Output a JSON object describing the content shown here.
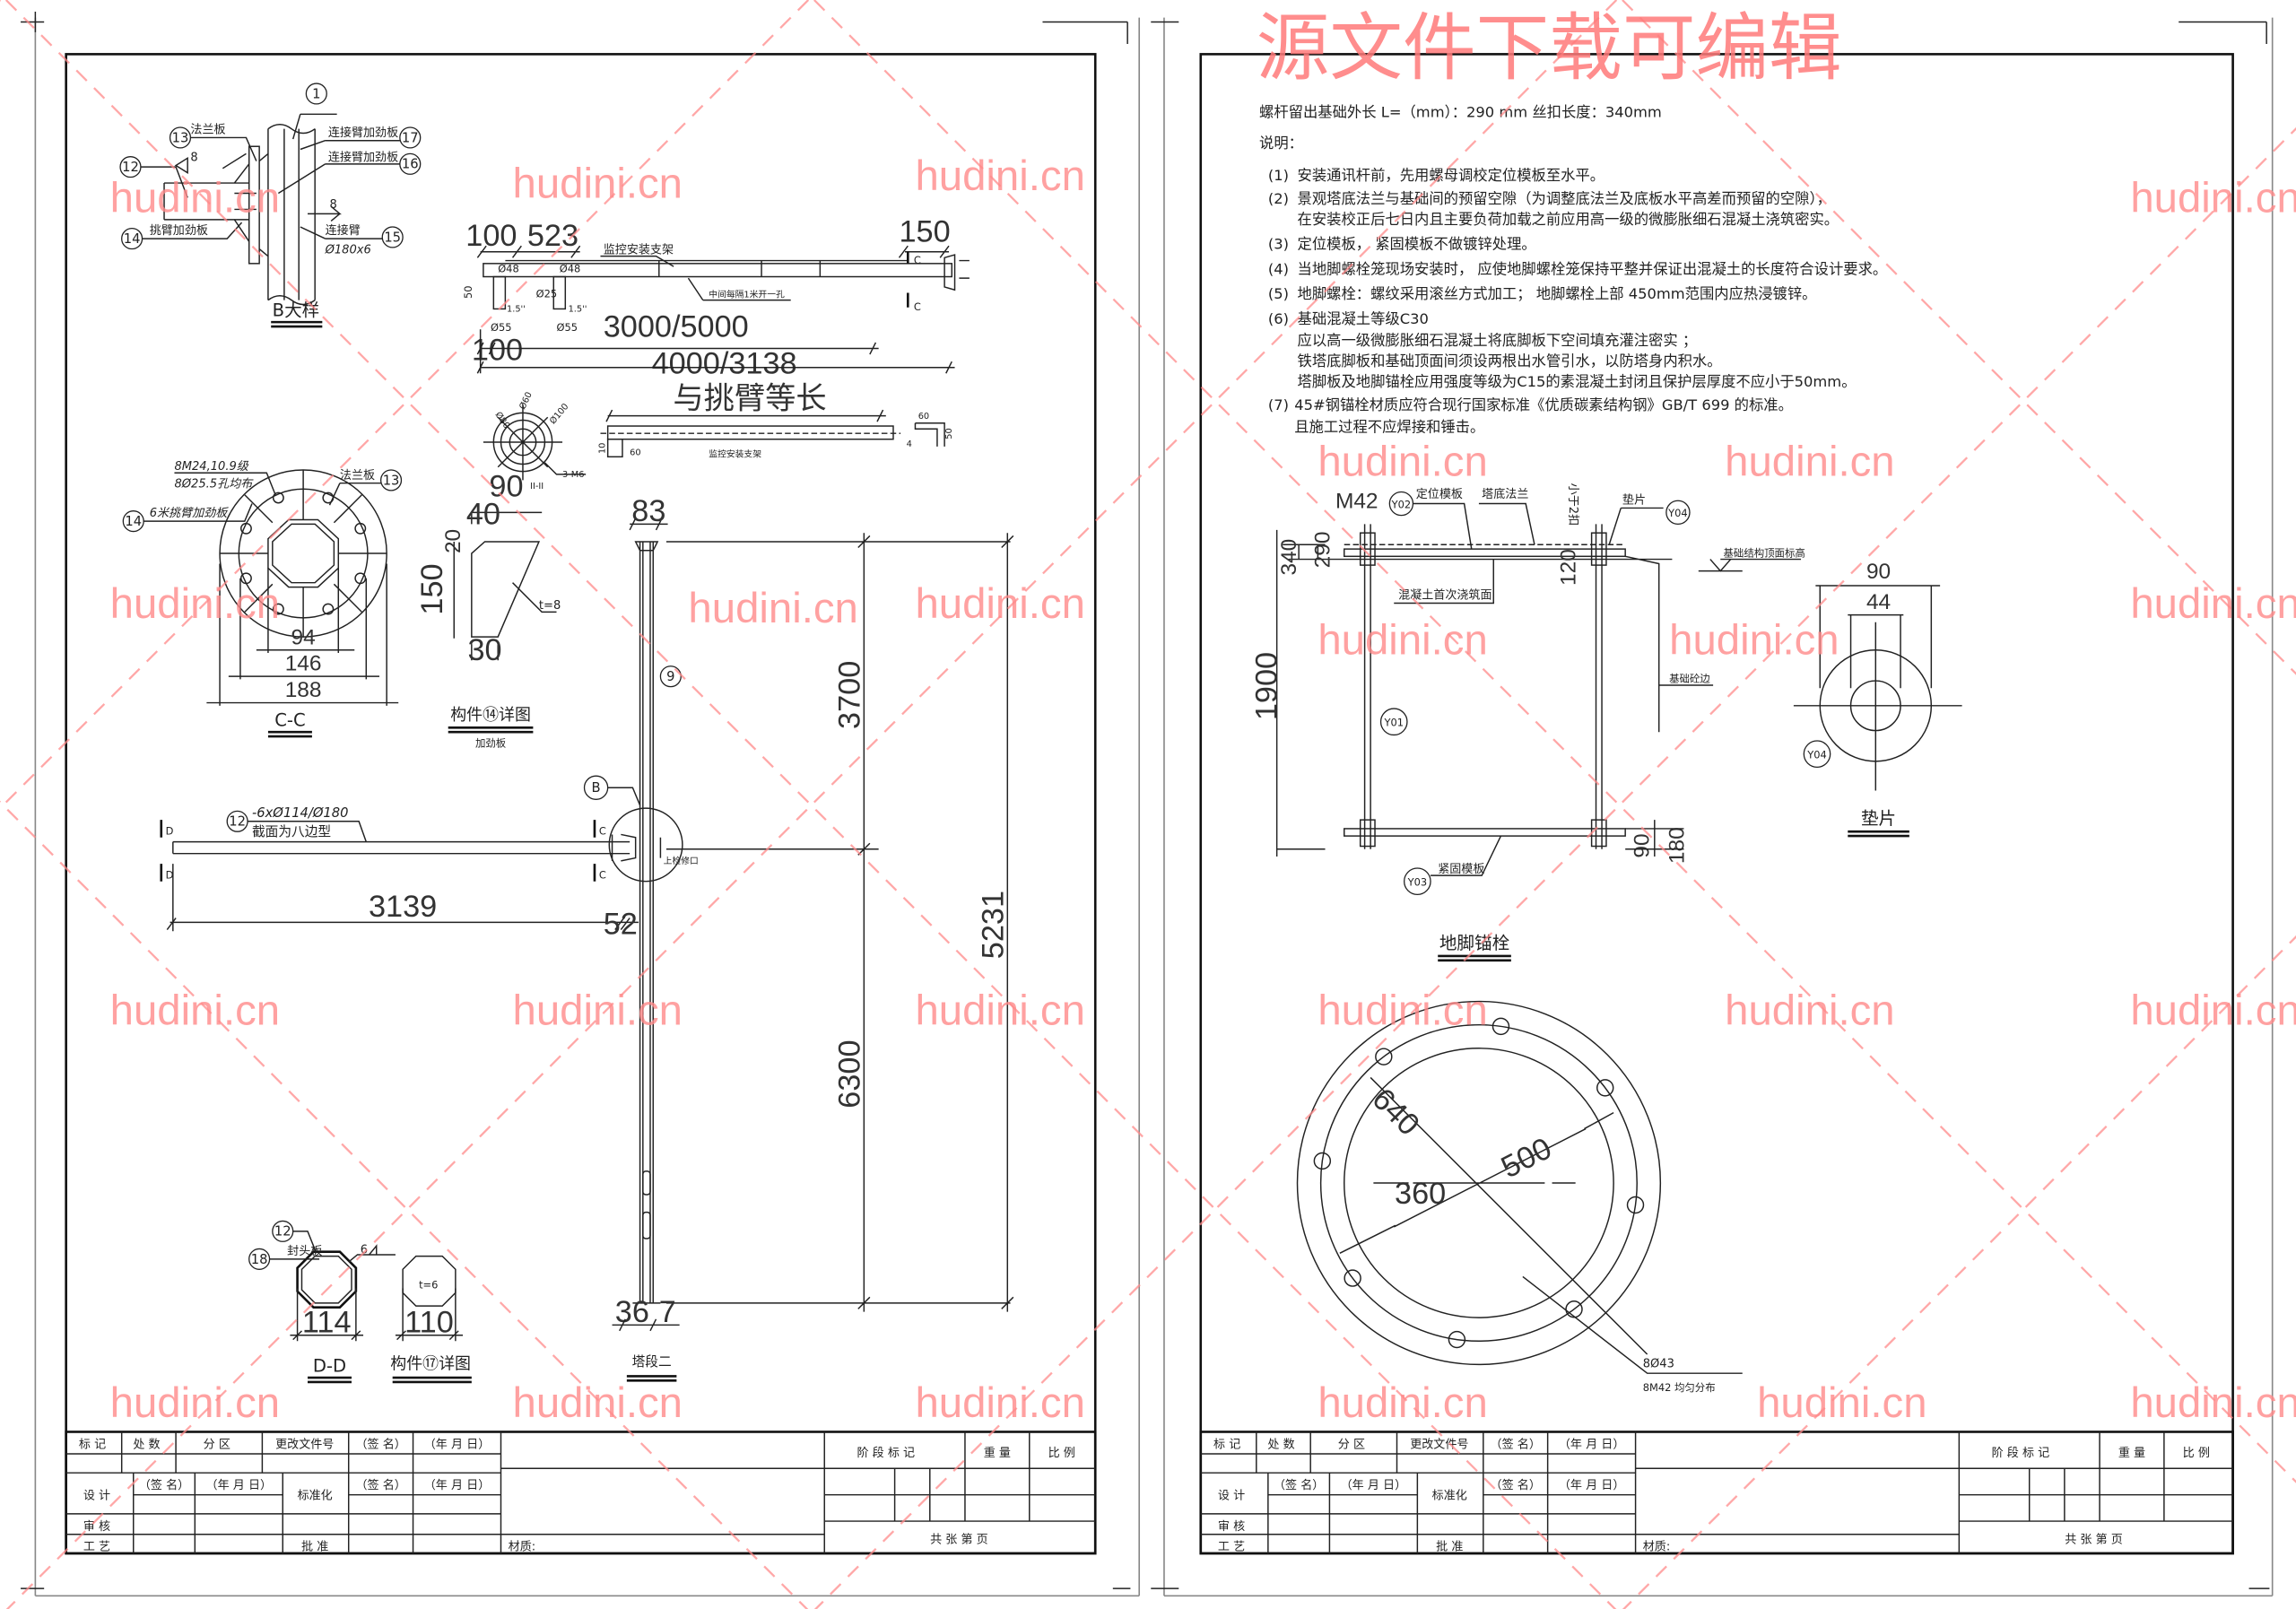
{
  "watermark": {
    "banner": "源文件下载可编辑",
    "site": "hudini.cn",
    "color": "#ff8a8a"
  },
  "left_sheet": {
    "b_detail": {
      "title": "B大样",
      "callouts": {
        "c1": "1",
        "c17": "17",
        "c16": "16",
        "c15": "15",
        "c13": "13",
        "c12": "12",
        "c14": "14"
      },
      "flange": "法兰板",
      "stiffener_a": "连接臂加劲板",
      "stiffener_b": "连接臂加劲板",
      "connector": "连接臂",
      "connector_spec": "Ø180x6",
      "arm_stiffener": "挑臂加劲板",
      "weld_a": "8",
      "weld_b": "8"
    },
    "bracket": {
      "dim_100": "100",
      "dim_523": "523",
      "dim_150": "150",
      "label": "监控安装支架",
      "d48a": "Ø48",
      "d48b": "Ø48",
      "d25": "Ø25",
      "nut_a": "1.5''",
      "nut_b": "1.5''",
      "d55a": "Ø55",
      "d55b": "Ø55",
      "dim_50": "50",
      "hole_note": "中间每隔1米开一孔",
      "dim_100b": "100",
      "len_a": "3000/5000",
      "len_b": "4000/3138",
      "len_c": "与挑臂等长",
      "section_c": "C"
    },
    "section_2": {
      "d80": "Ø80",
      "d60": "Ø60",
      "d100": "Ø100",
      "dim_90": "90",
      "title": "II-II",
      "screws": "3-M6"
    },
    "bracket_flat": {
      "dim_60": "60",
      "dim_10": "10",
      "label": "监控安装支架",
      "side_60": "60",
      "side_50": "50",
      "side_4": "4"
    },
    "section_cc": {
      "title": "C-C",
      "bolts": "8M24,10.9级",
      "holes": "8Ø25.5孔均布",
      "flange": "法兰板",
      "stiffener": "6米挑臂加劲板",
      "callout_13": "13",
      "callout_14": "14",
      "dim_94": "94",
      "dim_146": "146",
      "dim_188": "188"
    },
    "part14": {
      "title": "构件⑭详图",
      "subtitle": "加劲板",
      "dim_40": "40",
      "dim_20": "20",
      "dim_150": "150",
      "dim_30": "30",
      "thickness": "t=8"
    },
    "pole": {
      "dim_83": "83",
      "callout_9": "9",
      "callout_b": "B",
      "dim_3700": "3700",
      "dim_6300": "6300",
      "dim_5231": "5231",
      "dim_36": "36",
      "dim_7": "7",
      "title": "塔段二",
      "door": "上检修口"
    },
    "arm": {
      "callout_12": "12",
      "spec": "-6xØ114/Ø180",
      "section_note": "截面为八边型",
      "dim_3139": "3139",
      "dim_52": "52",
      "section_d": "D",
      "section_c": "C"
    },
    "section_dd": {
      "title": "D-D",
      "callout_12": "12",
      "callout_18": "18",
      "cap": "封头板",
      "weld": "6",
      "dim_114": "114"
    },
    "part17": {
      "title": "构件⑰详图",
      "thickness": "t=6",
      "dim_110": "110"
    }
  },
  "right_sheet": {
    "header": "螺杆留出基础外长  L=（mm）：290  mm      丝扣长度：340mm",
    "notes_title": "说明：",
    "notes": [
      {
        "num": "(1)",
        "lines": [
          "安装通讯杆前，先用螺母调校定位模板至水平。"
        ]
      },
      {
        "num": "(2)",
        "lines": [
          "景观塔底法兰与基础间的预留空隙（为调整底法兰及底板水平高差而预留的空隙），",
          "在安装校正后七日内且主要负荷加载之前应用高一级的微膨胀细石混凝土浇筑密实。"
        ]
      },
      {
        "num": "(3)",
        "lines": [
          "定位模板，  紧固模板不做镀锌处理。"
        ]
      },
      {
        "num": "(4)",
        "lines": [
          "当地脚螺栓笼现场安装时，  应使地脚螺栓笼保持平整并保证出混凝土的长度符合设计要求。"
        ]
      },
      {
        "num": "(5)",
        "lines": [
          "地脚螺栓：螺纹采用滚丝方式加工；  地脚螺栓上部 450mm范围内应热浸镀锌。"
        ]
      },
      {
        "num": "(6)",
        "lines": [
          "基础混凝土等级C30",
          "应以高一级微膨胀细石混凝土将底脚板下空间填充灌注密实 ；",
          "铁塔底脚板和基础顶面间须设两根出水管引水，以防塔身内积水。",
          "塔脚板及地脚锚栓应用强度等级为C15的素混凝土封闭且保护层厚度不应小于50mm。"
        ]
      },
      {
        "num": "(7)",
        "lines": [
          "45#钢锚栓材质应符合现行国家标准《优质碳素结构钢》GB/T 699 的标准。",
          "且施工过程不应焊接和锤击。"
        ]
      }
    ],
    "anchor": {
      "title": "地脚锚栓",
      "m42": "M42",
      "y01": "Y01",
      "y02": "Y02",
      "y03": "Y03",
      "y04": "Y04",
      "template": "定位模板",
      "base_flange": "塔底法兰",
      "gap_note": "小于2扣",
      "washer": "垫片",
      "top_level": "基础结构顶面标高",
      "first_pour": "混凝土首次浇筑面",
      "edge": "基础砼边",
      "fix_template": "紧固模板",
      "dim_340": "340",
      "dim_290": "290",
      "dim_120": "120",
      "dim_1900": "1900",
      "dim_90": "90",
      "dim_180": "180"
    },
    "washer": {
      "title": "垫片",
      "dim_90": "90",
      "dim_44": "44",
      "callout": "Y04"
    },
    "flange": {
      "dim_640": "640",
      "dim_500": "500",
      "dim_360": "360",
      "holes": "8Ø43",
      "bolts": "8M42  均匀分布"
    }
  },
  "title_block": {
    "mark": "标 记",
    "count": "处 数",
    "zone": "分 区",
    "change_doc": "更改文件号",
    "sign": "（签 名）",
    "date": "（年 月 日）",
    "design": "设 计",
    "standard": "标准化",
    "review": "审 核",
    "process": "工 艺",
    "approve": "批 准",
    "material": "材质:",
    "stage": "阶 段 标 记",
    "weight": "重 量",
    "scale": "比 例",
    "pages": "共      张      第      页"
  }
}
